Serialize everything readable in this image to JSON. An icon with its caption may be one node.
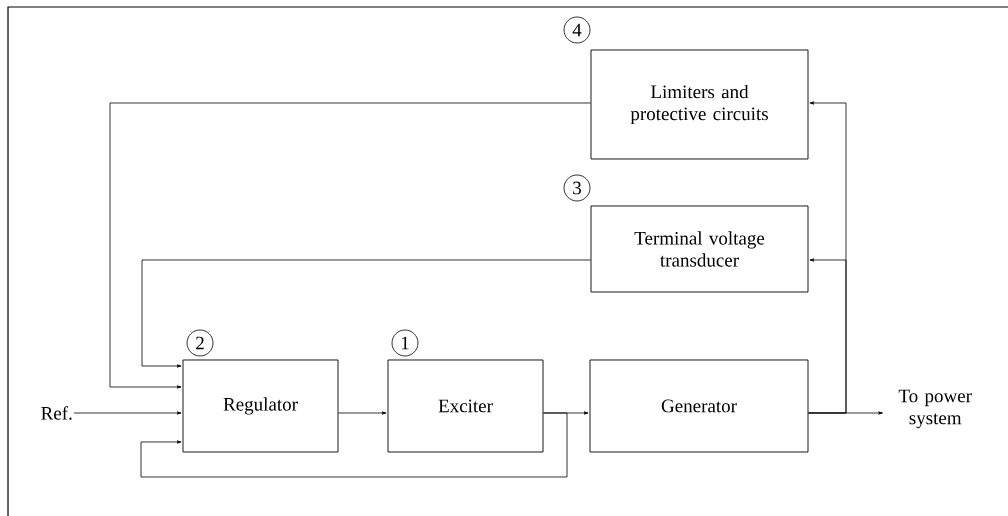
{
  "diagram": {
    "nodes": [
      {
        "text": [
          "Limiters and protective circuits"
        ],
        "beside": [
          "4"
        ]
      },
      {
        "text": [
          "Terminal voltage transducer"
        ],
        "beside": [
          "3"
        ]
      },
      {
        "text": [
          "Regulator"
        ],
        "beside": [
          "2"
        ]
      },
      {
        "text": [
          "Exciter"
        ],
        "beside": [
          "1"
        ]
      },
      {
        "text": [
          "Generator"
        ]
      },
      {
        "text": [
          "Ref."
        ]
      },
      {
        "text": [
          "To power system"
        ]
      }
    ],
    "edges": [
      {
        "from": 5,
        "to": 2,
        "arrow": "to"
      },
      {
        "from": 2,
        "to": 3,
        "arrow": "to"
      },
      {
        "from": 3,
        "to": 4,
        "arrow": "to"
      },
      {
        "from": 4,
        "to": 6,
        "arrow": "to"
      },
      {
        "from": 4,
        "to": 0,
        "arrow": "to"
      },
      {
        "from": 4,
        "to": 1,
        "arrow": "to"
      },
      {
        "from": 0,
        "to": 2,
        "arrow": "to"
      },
      {
        "from": 1,
        "to": 2,
        "arrow": "to"
      },
      {
        "from": 3,
        "to": 2,
        "arrow": "to"
      }
    ]
  }
}
